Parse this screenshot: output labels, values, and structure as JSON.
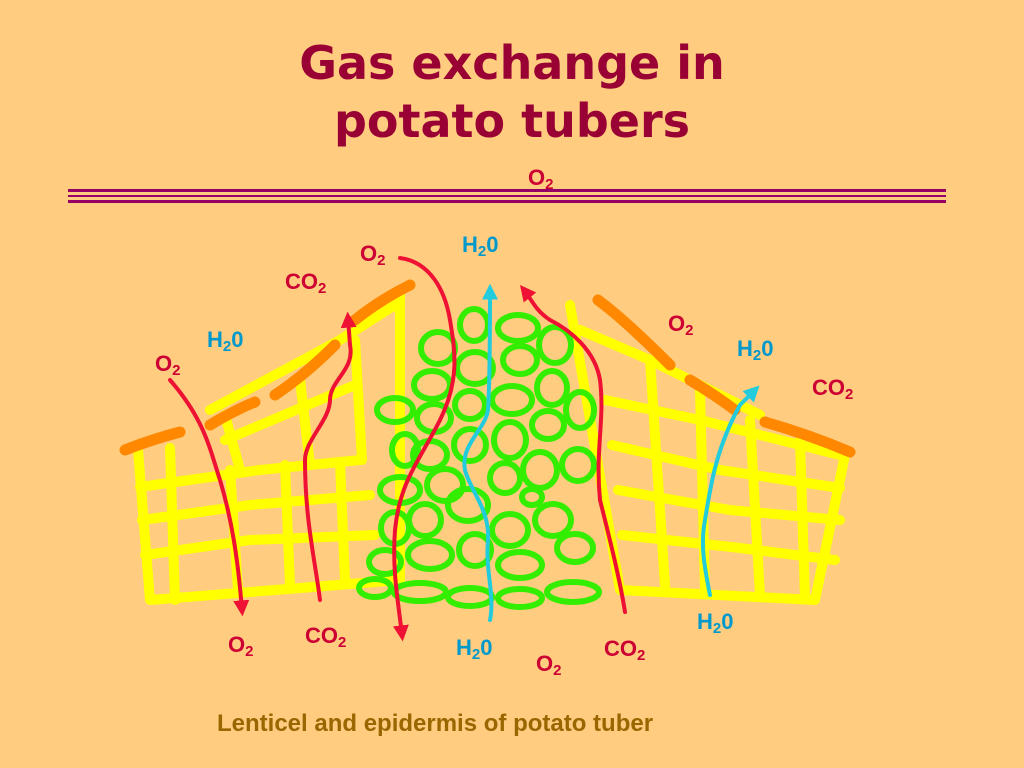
{
  "title_line1": "Gas exchange in",
  "title_line2": "potato tubers",
  "caption": "Lenticel and epidermis of potato tuber",
  "labels": {
    "o2": "O",
    "co2": "CO",
    "h2o": "H",
    "sub2": "2",
    "zero": "0"
  },
  "colors": {
    "background": "#FFCC80",
    "title": "#990033",
    "rule": "#990066",
    "cell_wall": "#FFFF00",
    "lenticel_cells": "#33EE00",
    "epidermis": "#FF8800",
    "gas_arrow": "#EE1133",
    "water_arrow": "#22CCDD",
    "caption": "#996600"
  }
}
